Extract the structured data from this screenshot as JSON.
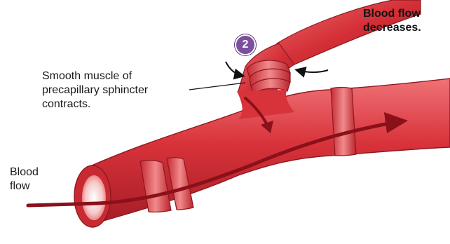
{
  "step": {
    "number": "2",
    "color": "#7b4fa0"
  },
  "labels": {
    "outcome_line1": "Blood flow",
    "outcome_line2": "decreases.",
    "sphincter_line1": "Smooth muscle of",
    "sphincter_line2": "precapillary sphincter",
    "sphincter_line3": "contracts.",
    "inflow_line1": "Blood",
    "inflow_line2": "flow"
  },
  "colors": {
    "vessel": "#d8323a",
    "vessel_dark": "#9e1c24",
    "vessel_light": "#ee6b6f",
    "flow_arrow": "#8a1019"
  }
}
